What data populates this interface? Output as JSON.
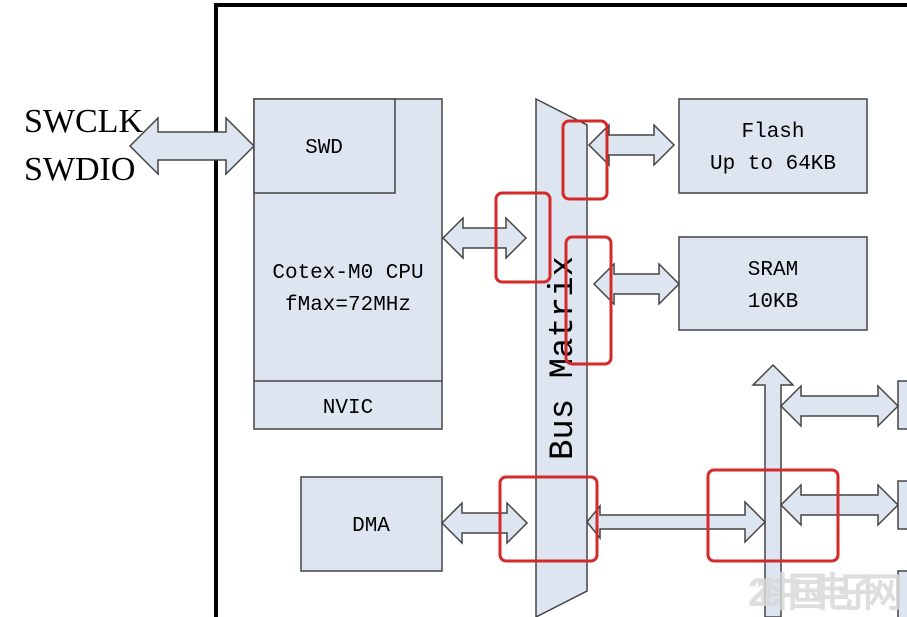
{
  "diagram": {
    "external_signals": [
      "SWCLK",
      "SWDIO"
    ],
    "blocks": {
      "swd": "SWD",
      "cpu_line1": "Cotex-M0 CPU",
      "cpu_line2": "fMax=72MHz",
      "nvic": "NVIC",
      "dma": "DMA",
      "flash_line1": "Flash",
      "flash_line2": "Up to 64KB",
      "sram_line1": "SRAM",
      "sram_line2": "10KB",
      "bus_matrix": "Bus Matrix"
    },
    "watermark": "21ic 中国电子网"
  },
  "colors": {
    "block_fill": "#dde5f1",
    "outline": "#333333",
    "highlight": "#d42a2a",
    "border": "#000000",
    "watermark": "#d9d9d9"
  },
  "icons": {
    "arrow": "double-headed-arrow",
    "up_arrow": "up-arrow"
  }
}
